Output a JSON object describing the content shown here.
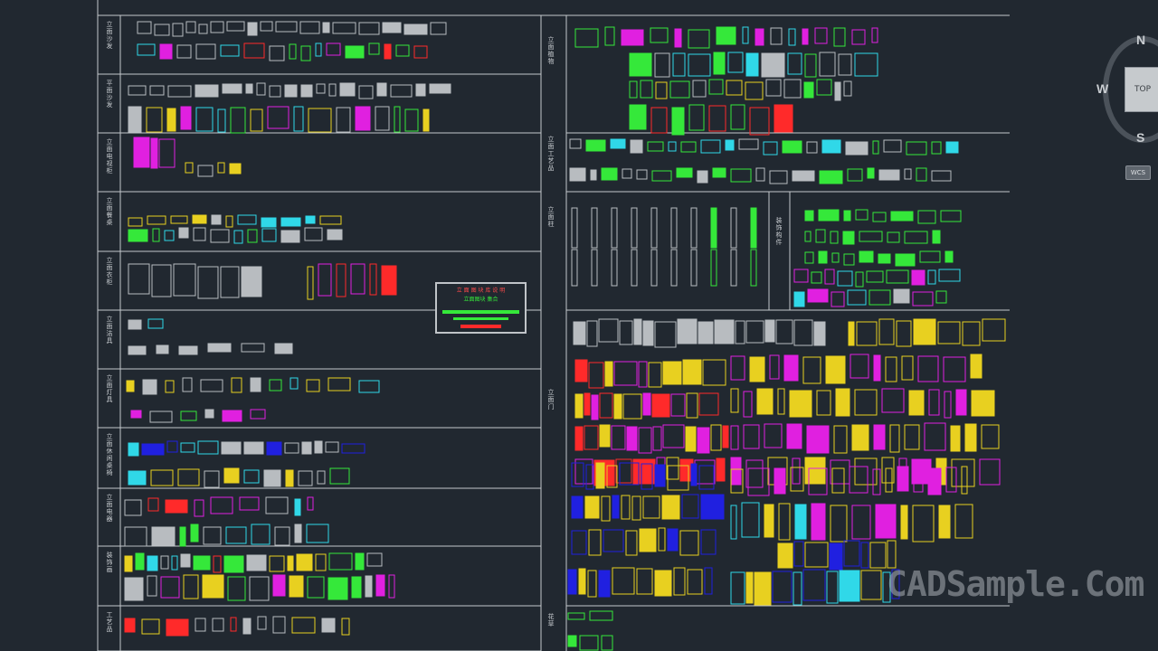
{
  "categories_left": [
    "立面沙发",
    "平面沙发",
    "立面电视柜",
    "立面餐桌",
    "立面衣柜",
    "立面洁具",
    "立面灯具",
    "立面休闲桌椅",
    "立面电器",
    "装饰画",
    "工艺品"
  ],
  "categories_right": [
    "立面植物",
    "立面工艺品",
    "立面柱",
    "装饰构件",
    "立面门",
    "花草"
  ],
  "legend": {
    "row1": "立 面 图 块 库 说 明",
    "row2": "立面图块 集合"
  },
  "viewcube": {
    "top": "TOP",
    "north": "N",
    "south": "S",
    "west": "W"
  },
  "wcs_label": "WCS",
  "watermark": "CADSample.Com",
  "colors": {
    "background": "#212830",
    "grid_line": "#c4c8cc",
    "green": "#35e83a",
    "magenta": "#e020e0",
    "blue": "#2020e0",
    "yellow": "#e8d020",
    "red": "#ff2a2a",
    "cyan": "#30d8e8"
  }
}
